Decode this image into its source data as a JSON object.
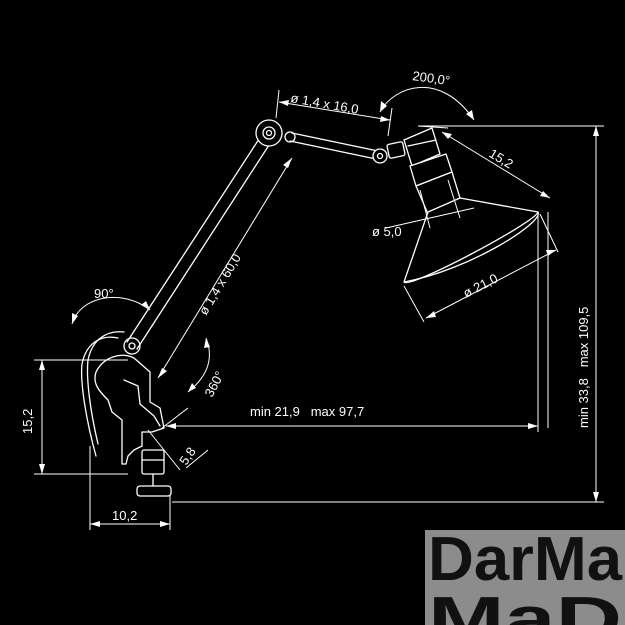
{
  "colors": {
    "background": "#000000",
    "line": "#ffffff",
    "logo_bg": "#8c8c8c",
    "logo_ink": "#111111"
  },
  "dimensions": {
    "upper_arm_rod": "ø 1,4 x 16,0",
    "lower_arm_rod": "ø 1,4 x 60,0",
    "head_rotation": "200,0°",
    "shade_depth": "15,2",
    "shade_neck": "ø 5,0",
    "shade_diameter": "ø 21,0",
    "reach": "min 21,9   max 97,7",
    "height": "min 33,8   max 109,5",
    "clamp_height": "15,2",
    "clamp_width": "10,2",
    "clamp_jaw": "5,8",
    "base_tilt": "90°",
    "base_rotation": "360°"
  },
  "logo": {
    "line1": "DarMa",
    "line2": "MaD"
  }
}
